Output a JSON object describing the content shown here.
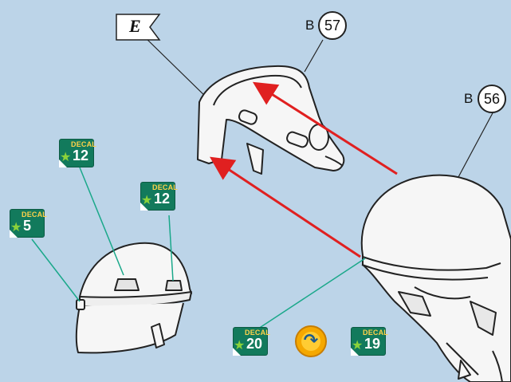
{
  "flag": {
    "letter": "E"
  },
  "parts": [
    {
      "bin": "B",
      "number": "57"
    },
    {
      "bin": "B",
      "number": "56"
    }
  ],
  "decals": [
    {
      "word": "DECAL",
      "number": "12"
    },
    {
      "word": "DECAL",
      "number": "12"
    },
    {
      "word": "DECAL",
      "number": "5"
    },
    {
      "word": "DECAL",
      "number": "20"
    },
    {
      "word": "DECAL",
      "number": "19"
    }
  ],
  "colors": {
    "background": "#bcd4e8",
    "arrow": "#e02020",
    "decal": "#127a5c",
    "leader": "#1aa88a",
    "rotate_icon": "#f5a800"
  },
  "icons": {
    "rotate": "rotate-arrow-icon",
    "decal_star": "star-icon"
  }
}
